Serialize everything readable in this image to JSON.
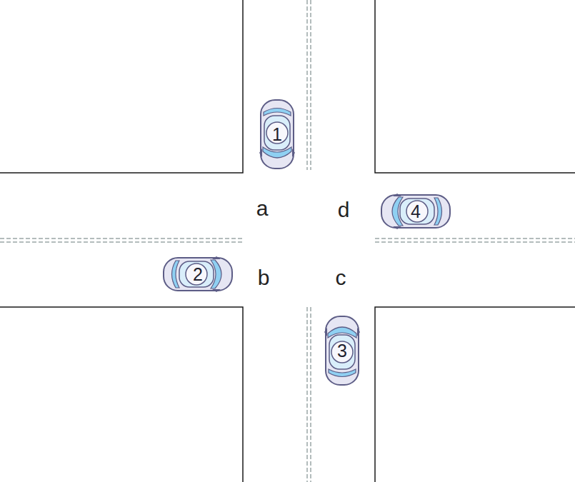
{
  "diagram": {
    "nodes": [
      {
        "text": [
          "1"
        ]
      },
      {
        "text": [
          "4"
        ]
      },
      {
        "text": [
          "2"
        ]
      },
      {
        "text": [
          "3"
        ]
      }
    ],
    "labels": [
      "a",
      "d",
      "b",
      "c"
    ]
  }
}
